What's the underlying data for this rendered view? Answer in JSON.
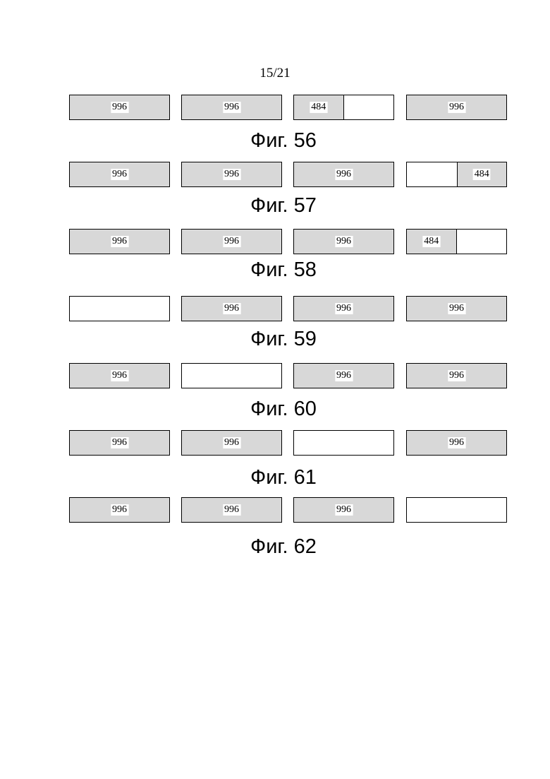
{
  "page_number": "15/21",
  "figures": [
    {
      "caption": "Фиг. 56",
      "boxes": [
        {
          "label": "996"
        },
        {
          "label": "996"
        },
        {
          "label": "484"
        },
        {
          "label": "996"
        }
      ]
    },
    {
      "caption": "Фиг. 57",
      "boxes": [
        {
          "label": "996"
        },
        {
          "label": "996"
        },
        {
          "label": "996"
        },
        {
          "label": "484"
        }
      ]
    },
    {
      "caption": "Фиг. 58",
      "boxes": [
        {
          "label": "996"
        },
        {
          "label": "996"
        },
        {
          "label": "996"
        },
        {
          "label": "484"
        }
      ]
    },
    {
      "caption": "Фиг. 59",
      "boxes": [
        {
          "label": ""
        },
        {
          "label": "996"
        },
        {
          "label": "996"
        },
        {
          "label": "996"
        }
      ]
    },
    {
      "caption": "Фиг. 60",
      "boxes": [
        {
          "label": "996"
        },
        {
          "label": ""
        },
        {
          "label": "996"
        },
        {
          "label": "996"
        }
      ]
    },
    {
      "caption": "Фиг. 61",
      "boxes": [
        {
          "label": "996"
        },
        {
          "label": "996"
        },
        {
          "label": ""
        },
        {
          "label": "996"
        }
      ]
    },
    {
      "caption": "Фиг. 62",
      "boxes": [
        {
          "label": "996"
        },
        {
          "label": "996"
        },
        {
          "label": "996"
        },
        {
          "label": ""
        }
      ]
    }
  ]
}
